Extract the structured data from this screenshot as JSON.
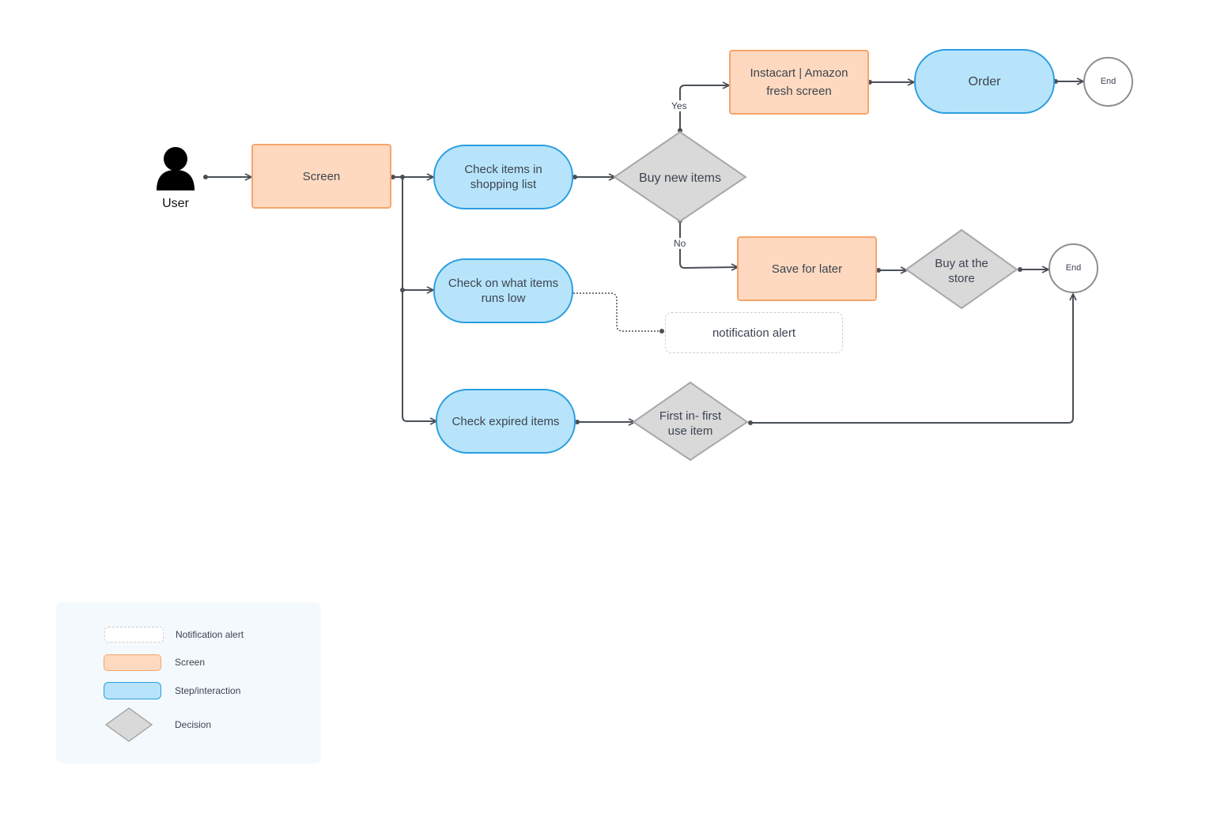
{
  "actor": {
    "label": "User"
  },
  "nodes": {
    "screen": "Screen",
    "check_shopping": "Check items in shopping list",
    "check_low": "Check on what items runs low",
    "check_expired": "Check expired items",
    "buy_new": "Buy new items",
    "instacart": "Instacart | Amazon fresh screen",
    "order": "Order",
    "end_top": "End",
    "save_later": "Save for later",
    "buy_store": "Buy at the store",
    "end_mid": "End",
    "notification": "notification alert",
    "first_in": "First in- first use item"
  },
  "edge_labels": {
    "yes": "Yes",
    "no": "No"
  },
  "legend": {
    "notification": "Notification alert",
    "screen": "Screen",
    "step": "Step/interaction",
    "decision": "Decision"
  },
  "colors": {
    "screen_fill": "#fed9bf",
    "screen_border": "#f5a56b",
    "step_fill": "#b7e4fa",
    "step_border": "#2b9de0",
    "decision_fill": "#d9d9d9",
    "decision_border": "#a8a8a8",
    "connector": "#4a4f57"
  }
}
